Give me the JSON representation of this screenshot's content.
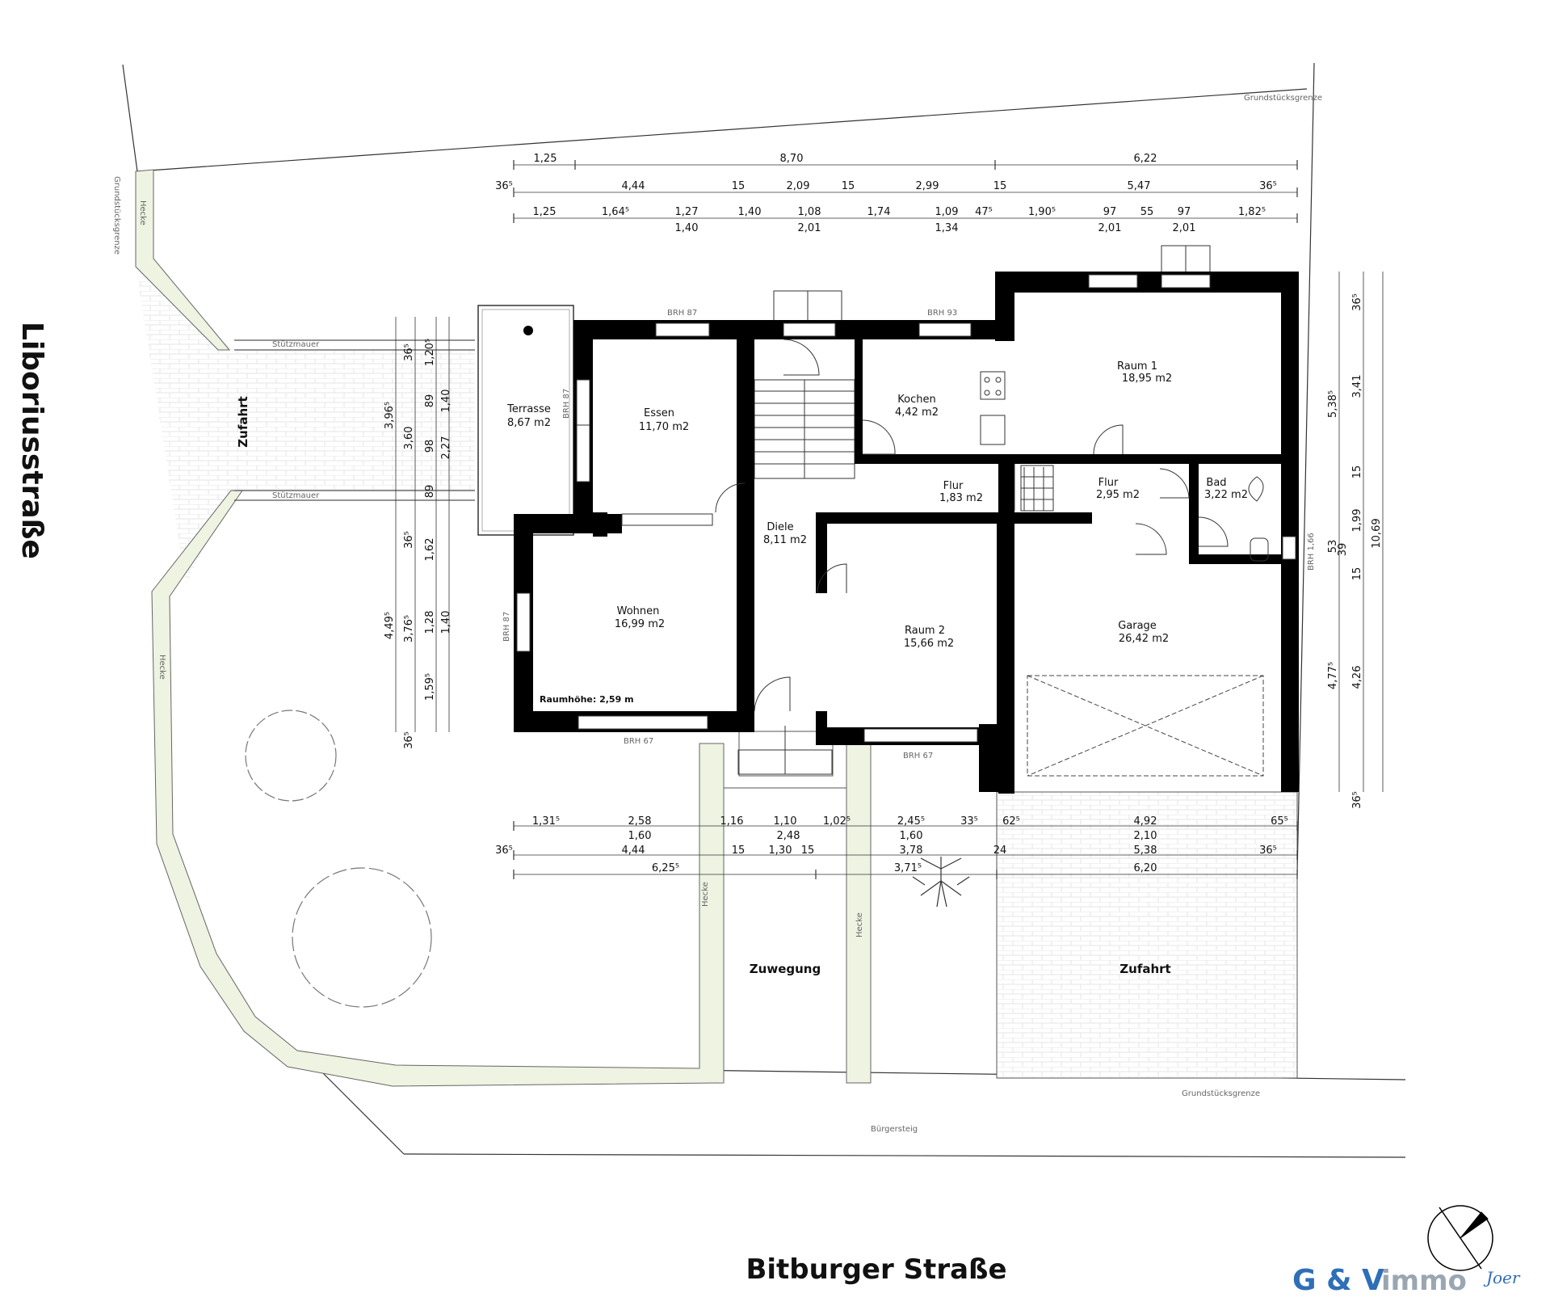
{
  "streets": {
    "west": "Liboriusstraße",
    "south": "Bitburger Straße"
  },
  "boundary_label": "Grundstücksgrenze",
  "sidewalk_label": "Bürgersteig",
  "hedge_label": "Hecke",
  "retaining_wall_label": "Stützmauer",
  "zones": {
    "driveway_west": "Zufahrt",
    "driveway_east": "Zufahrt",
    "walkway": "Zuwegung"
  },
  "rooms": [
    {
      "id": "terrasse",
      "name": "Terrasse",
      "area": "8,67 m2"
    },
    {
      "id": "essen",
      "name": "Essen",
      "area": "11,70 m2"
    },
    {
      "id": "kochen",
      "name": "Kochen",
      "area": "4,42 m2"
    },
    {
      "id": "raum1",
      "name": "Raum 1",
      "area": "18,95 m2"
    },
    {
      "id": "flur1",
      "name": "Flur",
      "area": "1,83 m2"
    },
    {
      "id": "flur2",
      "name": "Flur",
      "area": "2,95 m2"
    },
    {
      "id": "bad",
      "name": "Bad",
      "area": "3,22 m2"
    },
    {
      "id": "diele",
      "name": "Diele",
      "area": "8,11 m2"
    },
    {
      "id": "wohnen",
      "name": "Wohnen",
      "area": "16,99 m2"
    },
    {
      "id": "raum2",
      "name": "Raum 2",
      "area": "15,66 m2"
    },
    {
      "id": "garage",
      "name": "Garage",
      "area": "26,42 m2"
    }
  ],
  "room_height_note": "Raumhöhe: 2,59 m",
  "window_sills": {
    "essen_top": "BRH 87",
    "kochen_top": "BRH 93",
    "terrasse_side": "BRH 87",
    "wohnen_side": "BRH 87",
    "wohnen_bottom": "BRH 67",
    "raum2_bottom": "BRH 67",
    "bad_side": "BRH 1,66"
  },
  "dimensions": {
    "top_row1": [
      "1,25",
      "8,70",
      "6,22"
    ],
    "top_row2": [
      "36⁵",
      "4,44",
      "15",
      "2,09",
      "15",
      "2,99",
      "15",
      "5,47",
      "36⁵"
    ],
    "top_row3": [
      "1,25",
      "1,64⁵",
      "1,27",
      "1,40",
      "1,08",
      "1,74",
      "1,09",
      "47⁵",
      "1,90⁵",
      "97",
      "55",
      "97",
      "1,82⁵"
    ],
    "top_row3_sub": [
      "1,40",
      "2,01",
      "1,34",
      "2,01",
      "2,01"
    ],
    "bottom_row1": [
      "1,31⁵",
      "2,58",
      "1,16",
      "1,10",
      "1,02⁵",
      "2,45⁵",
      "33⁵",
      "62⁵",
      "4,92",
      "65⁵"
    ],
    "bottom_row1_sub": [
      "1,60",
      "2,48",
      "1,60",
      "2,10"
    ],
    "bottom_row2": [
      "36⁵",
      "4,44",
      "15",
      "1,30",
      "15",
      "3,78",
      "24",
      "5,38",
      "36⁵"
    ],
    "bottom_row3": [
      "6,25⁵",
      "3,71⁵",
      "6,20"
    ],
    "left_a": [
      "3,96⁵",
      "4,49⁵"
    ],
    "left_b": [
      "36⁵",
      "3,60",
      "36⁵",
      "3,76⁵",
      "36⁵"
    ],
    "left_c": [
      "1,20⁵",
      "89",
      "98",
      "89",
      "1,62",
      "1,28",
      "1,59⁵"
    ],
    "left_d": [
      "1,40",
      "2,27",
      "1,40"
    ],
    "right_a": [
      "5,38⁵",
      "53",
      "4,77⁵"
    ],
    "right_b": [
      "36⁵",
      "3,41",
      "15",
      "1,99",
      "39",
      "15",
      "4,26",
      "36⁵"
    ],
    "right_c": [
      "10,69"
    ]
  },
  "logo": {
    "brand": "G & V",
    "suffix": "immo",
    "sign": "Joer"
  },
  "colors": {
    "wall": "#000000",
    "hedge_fill": "#eef3e2",
    "paving_line": "#e4e4e4",
    "logo_blue": "#2e6fb7",
    "logo_gray": "#9aa6b2"
  }
}
